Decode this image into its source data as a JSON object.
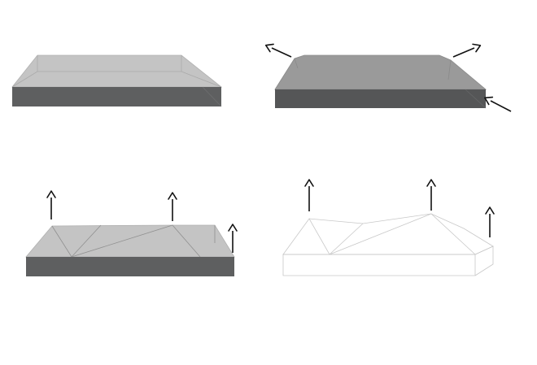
{
  "figure": {
    "panels": [
      {
        "id": "flat-slab",
        "arrows": 0,
        "style": "shaded"
      },
      {
        "id": "edges-pulled-outward",
        "arrows": 3,
        "style": "shaded"
      },
      {
        "id": "points-raised-shaded",
        "arrows": 3,
        "style": "shaded"
      },
      {
        "id": "points-raised-outline",
        "arrows": 3,
        "style": "outline"
      }
    ],
    "colors": {
      "background": "#ffffff",
      "top_face": "#c4c4c4",
      "top_face_dark": "#9a9a9a",
      "side_face": "#5e5f60",
      "side_face_dark": "#555657",
      "crease_line": "#8e8e8e",
      "outline": "#c8c8c8",
      "arrow": "#111111"
    }
  }
}
